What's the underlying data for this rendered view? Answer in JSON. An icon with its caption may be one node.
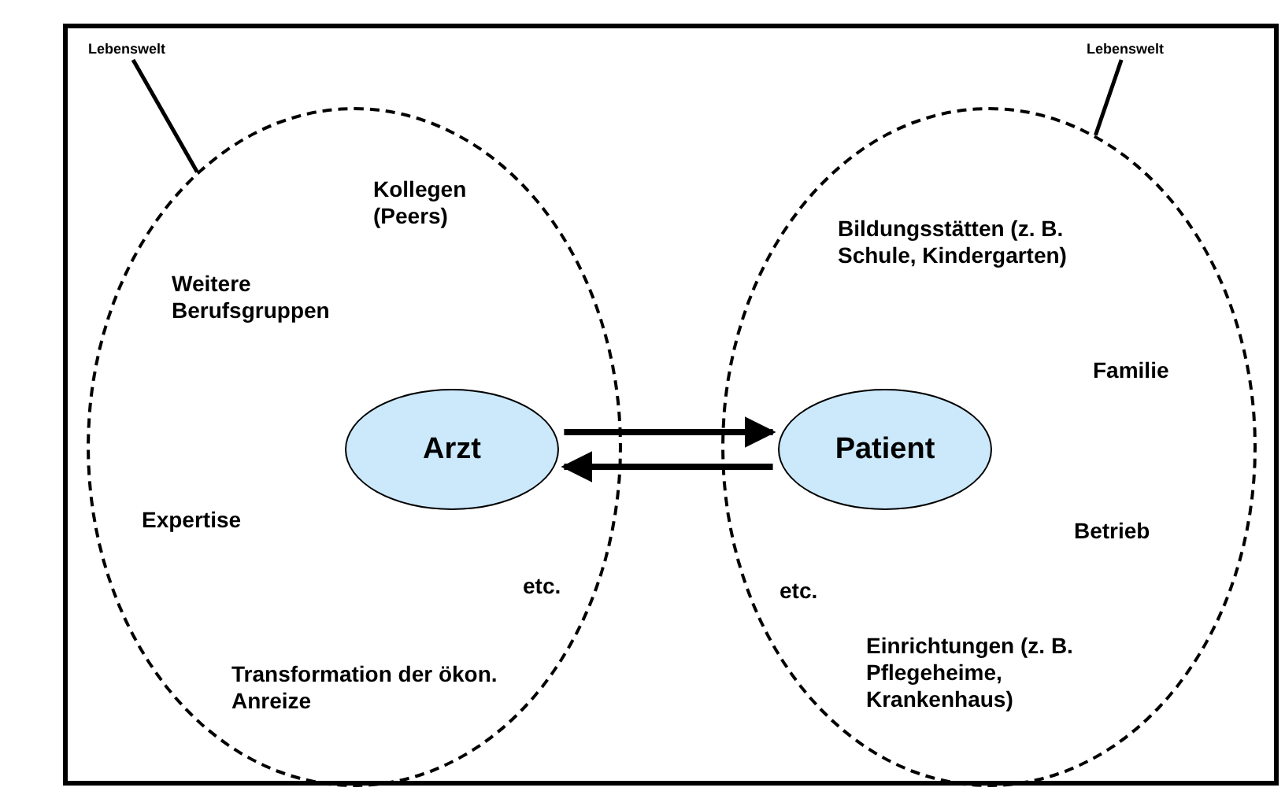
{
  "diagram": {
    "nodes": [
      {
        "text": [
          "Lebenswelt"
        ]
      },
      {
        "text": [
          "Lebenswelt"
        ]
      },
      {
        "text": [
          "Kollegen (Peers)",
          "Weitere Berufsgruppen",
          "Expertise",
          "etc.",
          "Transformation der ökon. Anreize"
        ]
      },
      {
        "text": [
          "Arzt"
        ],
        "in": 2
      },
      {
        "text": [
          "Bildungsstätten (z. B. Schule, Kindergarten)",
          "Familie",
          "Betrieb",
          "etc.",
          "Einrichtungen (z. B. Pflegeheime, Krankenhaus)"
        ]
      },
      {
        "text": [
          "Patient"
        ],
        "in": 4
      }
    ],
    "edges": [
      {
        "from": 0,
        "to": 2,
        "arrow": "none"
      },
      {
        "from": 1,
        "to": 4,
        "arrow": "none"
      },
      {
        "from": 3,
        "to": 5,
        "arrow": "to"
      },
      {
        "from": 5,
        "to": 3,
        "arrow": "to"
      }
    ]
  }
}
